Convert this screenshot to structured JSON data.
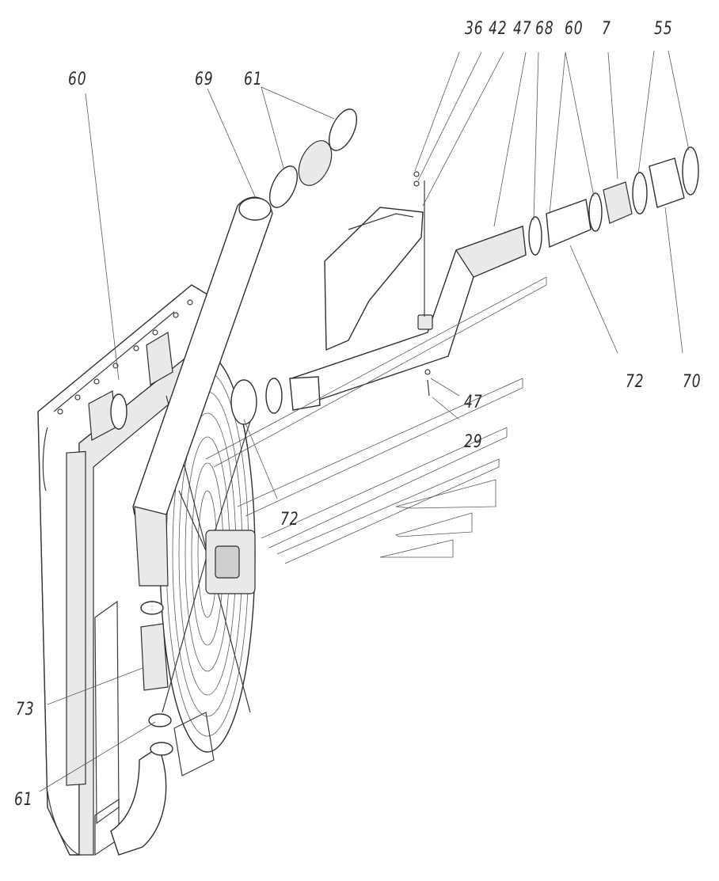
{
  "callouts": [
    {
      "id": "c-60-left",
      "text": "60"
    },
    {
      "id": "c-69",
      "text": "69"
    },
    {
      "id": "c-61-top",
      "text": "61"
    },
    {
      "id": "c-36",
      "text": "36"
    },
    {
      "id": "c-42",
      "text": "42"
    },
    {
      "id": "c-47-top",
      "text": "47"
    },
    {
      "id": "c-68",
      "text": "68"
    },
    {
      "id": "c-60-right",
      "text": "60"
    },
    {
      "id": "c-7",
      "text": "7"
    },
    {
      "id": "c-55",
      "text": "55"
    },
    {
      "id": "c-72-right",
      "text": "72"
    },
    {
      "id": "c-70",
      "text": "70"
    },
    {
      "id": "c-47-mid",
      "text": "47"
    },
    {
      "id": "c-29",
      "text": "29"
    },
    {
      "id": "c-72-mid",
      "text": "72"
    },
    {
      "id": "c-73",
      "text": "73"
    },
    {
      "id": "c-61-bottom",
      "text": "61"
    }
  ]
}
